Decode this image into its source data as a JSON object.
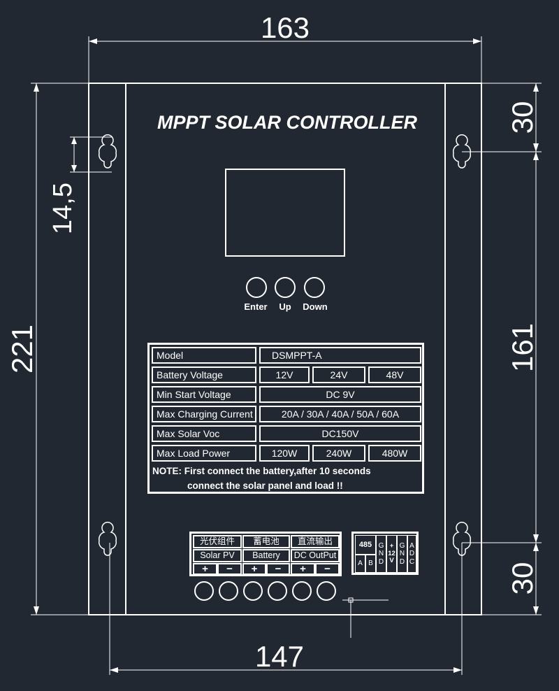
{
  "title": "MPPT SOLAR CONTROLLER",
  "dimensions": {
    "overall_width": "163",
    "mount_width": "147",
    "overall_height": "221",
    "mount_height": "161",
    "top_offset": "30",
    "bottom_offset": "30",
    "hole_size": "14,5"
  },
  "buttons": {
    "enter": "Enter",
    "up": "Up",
    "down": "Down"
  },
  "spec_table": {
    "model_label": "Model",
    "model_value": "DSMPPT-A",
    "battery_voltage_label": "Battery Voltage",
    "battery_voltage_values": [
      "12V",
      "24V",
      "48V"
    ],
    "min_start_label": "Min Start Voltage",
    "min_start_value": "DC 9V",
    "max_charging_label": "Max Charging Current",
    "max_charging_value": "20A / 30A / 40A / 50A / 60A",
    "max_solar_label": "Max Solar Voc",
    "max_solar_value": "DC150V",
    "max_load_label": "Max Load Power",
    "max_load_values": [
      "120W",
      "240W",
      "480W"
    ],
    "note_line1": "NOTE: First connect the battery,after 10 seconds",
    "note_line2": "connect the solar panel and load !!"
  },
  "terminals": {
    "cn": [
      "光伏组件",
      "蓄电池",
      "直流输出"
    ],
    "en": [
      "Solar PV",
      "Battery",
      "DC OutPut"
    ],
    "polarity": [
      "+",
      "−",
      "+",
      "−",
      "+",
      "−"
    ]
  },
  "comm_port": {
    "rs485": "485",
    "a": "A",
    "b": "B",
    "gnd": [
      "G",
      "N",
      "D"
    ],
    "v12": [
      "+",
      "12",
      "V"
    ],
    "gnd2": [
      "G",
      "N",
      "D"
    ],
    "adc": [
      "A",
      "D",
      "C"
    ]
  }
}
